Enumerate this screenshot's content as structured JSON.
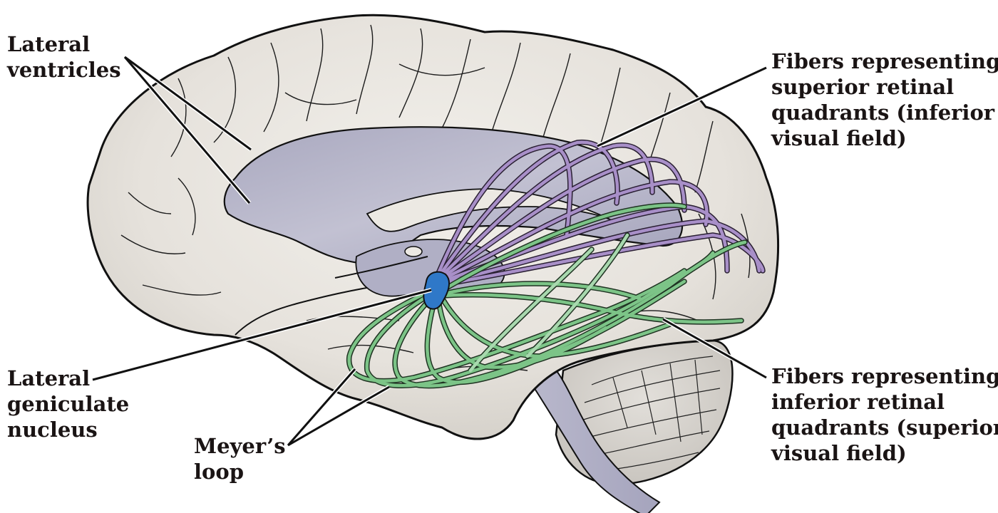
{
  "figure": {
    "subject": "Optic radiations in the human brain (medial/lateral cutaway view)",
    "colors": {
      "brain_surface": "#e9e6e0",
      "brain_shadow": "#cfcbc4",
      "outline": "#111111",
      "ventricle": "#b4b3c6",
      "ventricle_dark": "#9c9bb3",
      "lgn": "#2f78c8",
      "superior_fibers": "#a88fc8",
      "inferior_fibers": "#7cc487",
      "cerebellum": "#d4d0ca"
    }
  },
  "labels": {
    "lateral_ventricles": [
      "Lateral",
      "ventricles"
    ],
    "superior_fibers": [
      "Fibers representing",
      "superior retinal",
      "quadrants (inferior",
      "visual field)"
    ],
    "inferior_fibers": [
      "Fibers representing",
      "inferior retinal",
      "quadrants (superior",
      "visual field)"
    ],
    "lgn": [
      "Lateral",
      "geniculate",
      "nucleus"
    ],
    "meyers_loop": [
      "Meyer’s",
      "loop"
    ]
  }
}
